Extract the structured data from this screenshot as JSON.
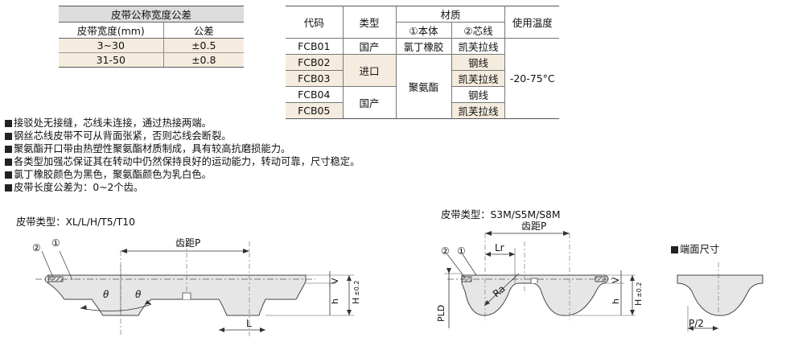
{
  "tolerance_table": {
    "caption": "皮带公称宽度公差",
    "headers": [
      "皮带宽度(mm)",
      "公差"
    ],
    "rows": [
      {
        "width": "3~30",
        "tol": "±0.5"
      },
      {
        "width": "31-50",
        "tol": "±0.8"
      }
    ]
  },
  "code_table": {
    "h_code": "代码",
    "h_type": "类型",
    "h_material": "材质",
    "h_body": "①本体",
    "h_core": "②芯线",
    "h_temp": "使用温度",
    "codes": [
      "FCB01",
      "FCB02",
      "FCB03",
      "FCB04",
      "FCB05"
    ],
    "type_domestic_1": "国产",
    "type_import": "进口",
    "type_domestic_2": "国产",
    "body_1": "氯丁橡胶",
    "body_2": "聚氨酯",
    "core_1": "凯芙拉线",
    "core_2": "钢线",
    "core_3": "凯芙拉线",
    "core_4": "钢线",
    "core_5": "凯芙拉线",
    "temp": "-20-75°C"
  },
  "notes": [
    "接驳处无接缝，芯线未连接，通过热接两端。",
    "钢丝芯线皮带不可从背面张紧，否则芯线会断裂。",
    "聚氨酯开口带由热塑性聚氨酯材质制成，具有较高抗磨损能力。",
    "各类型加强芯保证其在转动中仍然保持良好的运动能力，转动可靠，尺寸稳定。",
    "氯丁橡胶颜色为黑色，聚氨酯颜色为乳白色。",
    "皮带长度公差为：0~2个齿。"
  ],
  "diagram_left": {
    "title": "皮带类型：XL/L/H/T5/T10",
    "mark_2": "②",
    "mark_1": "①",
    "pitch": "齿距P",
    "theta": "θ",
    "v": "V",
    "h": "h",
    "H": "H",
    "tol": "±0.2",
    "L": "L"
  },
  "diagram_right": {
    "title": "皮带类型：S3M/S5M/S8M",
    "mark_2": "②",
    "mark_1": "①",
    "pitch": "齿距P",
    "lr": "Lr",
    "ra": "Ra",
    "pld": "PLD",
    "v": "V",
    "h": "h",
    "H": "H",
    "tol": "±0.2"
  },
  "end_view": {
    "title": "端面尺寸",
    "p2": "P/2"
  }
}
